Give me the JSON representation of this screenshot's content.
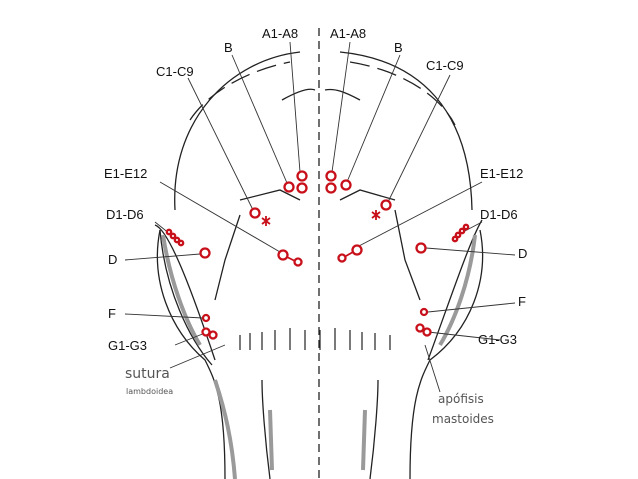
{
  "labels": {
    "a_left": "A1-A8",
    "a_right": "A1-A8",
    "b_left": "B",
    "b_right": "B",
    "c_left": "C1-C9",
    "c_right": "C1-C9",
    "e_left": "E1-E12",
    "e_right": "E1-E12",
    "d16_left": "D1-D6",
    "d16_right": "D1-D6",
    "d_left": "D",
    "d_right": "D",
    "f_left": "F",
    "f_right": "F",
    "g_left": "G1-G3",
    "g_right": "G1-G3"
  },
  "captions": {
    "sutura": "sutura",
    "lambdoidea": "lambdoidea",
    "apofisis": "apófisis",
    "mastoides": "mastoides"
  },
  "colors": {
    "point": "#c8101a",
    "line": "#222222",
    "shade": "#9a9a9a"
  }
}
